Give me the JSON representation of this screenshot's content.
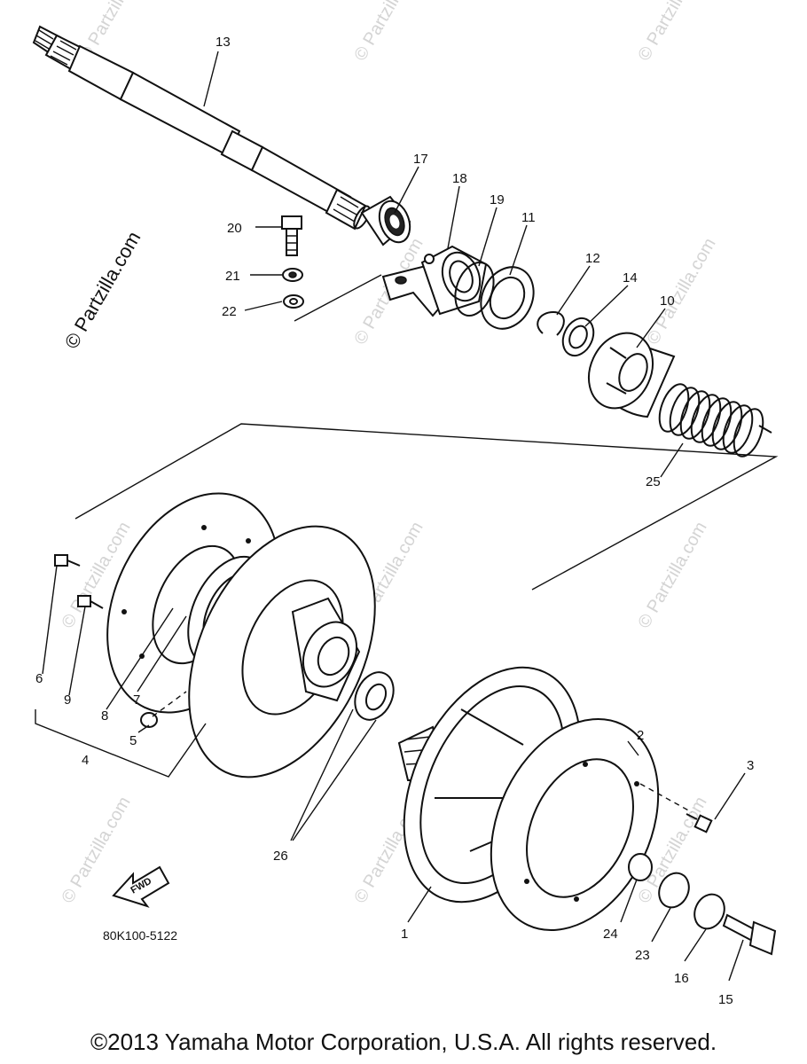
{
  "labels": {
    "l1": "1",
    "l2": "2",
    "l3": "3",
    "l4": "4",
    "l5": "5",
    "l6": "6",
    "l7": "7",
    "l8": "8",
    "l9": "9",
    "l10": "10",
    "l11": "11",
    "l12": "12",
    "l13": "13",
    "l14": "14",
    "l15": "15",
    "l16": "16",
    "l17": "17",
    "l18": "18",
    "l19": "19",
    "l20": "20",
    "l21": "21",
    "l22": "22",
    "l23": "23",
    "l24": "24",
    "l25": "25",
    "l26": "26"
  },
  "fwd_badge": "FWD",
  "drawing_code": "80K100-5122",
  "watermark": "© Partzilla.com",
  "copyright": "©2013 Yamaha Motor Corporation, U.S.A. All rights reserved."
}
